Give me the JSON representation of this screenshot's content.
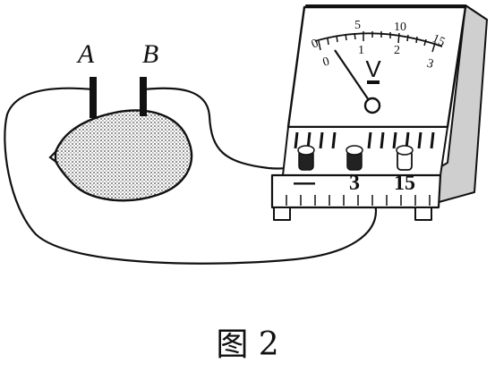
{
  "figure": {
    "caption": "图 2",
    "electrodes": {
      "a": "A",
      "b": "B"
    },
    "meter": {
      "unit_symbol": "V",
      "upper_scale": [
        "0",
        "5",
        "10",
        "15"
      ],
      "lower_scale": [
        "0",
        "1",
        "2",
        "3"
      ],
      "terminals": {
        "negative": "—",
        "low": "3",
        "high": "15"
      }
    }
  }
}
